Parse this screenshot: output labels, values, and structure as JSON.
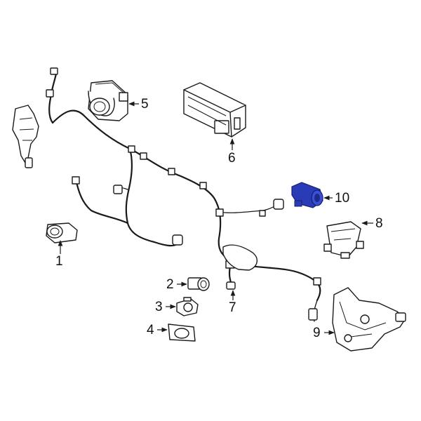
{
  "highlight_color": "#2a3bb8",
  "outline_color": "#1a1a1a",
  "callouts": {
    "c1": "1",
    "c2": "2",
    "c3": "3",
    "c4": "4",
    "c5": "5",
    "c6": "6",
    "c7": "7",
    "c8": "8",
    "c9": "9",
    "c10": "10"
  }
}
